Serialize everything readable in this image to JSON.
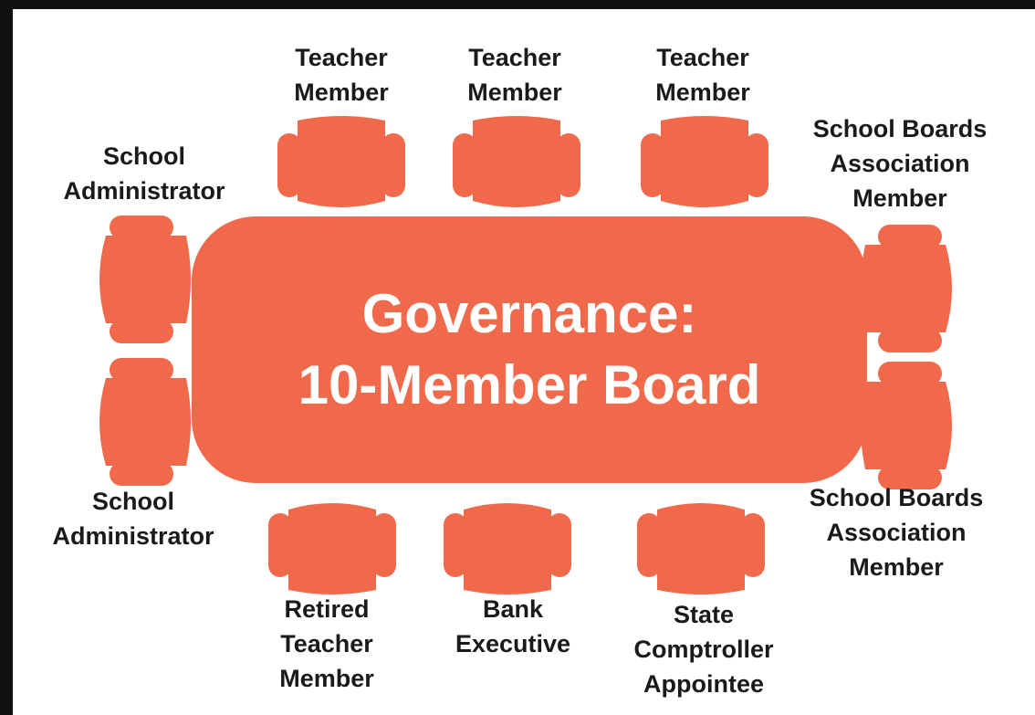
{
  "colors": {
    "table": "#f0694a",
    "chair": "#f0694a",
    "table_text": "#ffffff",
    "label_text": "#1a1a1a",
    "background": "#ffffff",
    "frame": "#111111"
  },
  "table": {
    "title_line1": "Governance:",
    "title_line2": "10-Member Board"
  },
  "seats": {
    "top_left": {
      "line1": "Teacher",
      "line2": "Member"
    },
    "top_center": {
      "line1": "Teacher",
      "line2": "Member"
    },
    "top_right": {
      "line1": "Teacher",
      "line2": "Member"
    },
    "left_upper": {
      "line1": "School",
      "line2": "Administrator"
    },
    "left_lower": {
      "line1": "School",
      "line2": "Administrator"
    },
    "right_upper": {
      "line1": "School Boards",
      "line2": "Association",
      "line3": "Member"
    },
    "right_lower": {
      "line1": "School Boards",
      "line2": "Association",
      "line3": "Member"
    },
    "bottom_left": {
      "line1": "Retired",
      "line2": "Teacher",
      "line3": "Member"
    },
    "bottom_center": {
      "line1": "Bank",
      "line2": "Executive"
    },
    "bottom_right": {
      "line1": "State",
      "line2": "Comptroller",
      "line3": "Appointee"
    }
  }
}
